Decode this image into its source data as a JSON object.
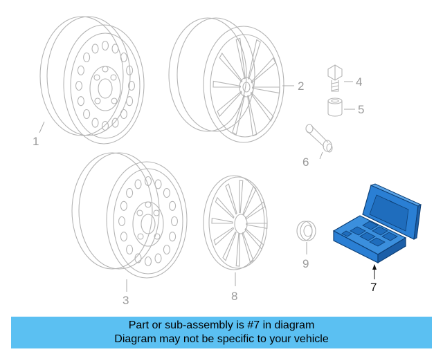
{
  "callouts": {
    "c1": "1",
    "c2": "2",
    "c3": "3",
    "c4": "4",
    "c5": "5",
    "c6": "6",
    "c7": "7",
    "c8": "8",
    "c9": "9"
  },
  "banner": {
    "line1": "Part or sub-assembly is #7 in diagram",
    "line2": "Diagram may not be specific to your vehicle"
  },
  "colors": {
    "highlight_part": "#2a7fd4",
    "banner_bg": "#5bc0f2",
    "line_art": "#b4b4b4"
  }
}
